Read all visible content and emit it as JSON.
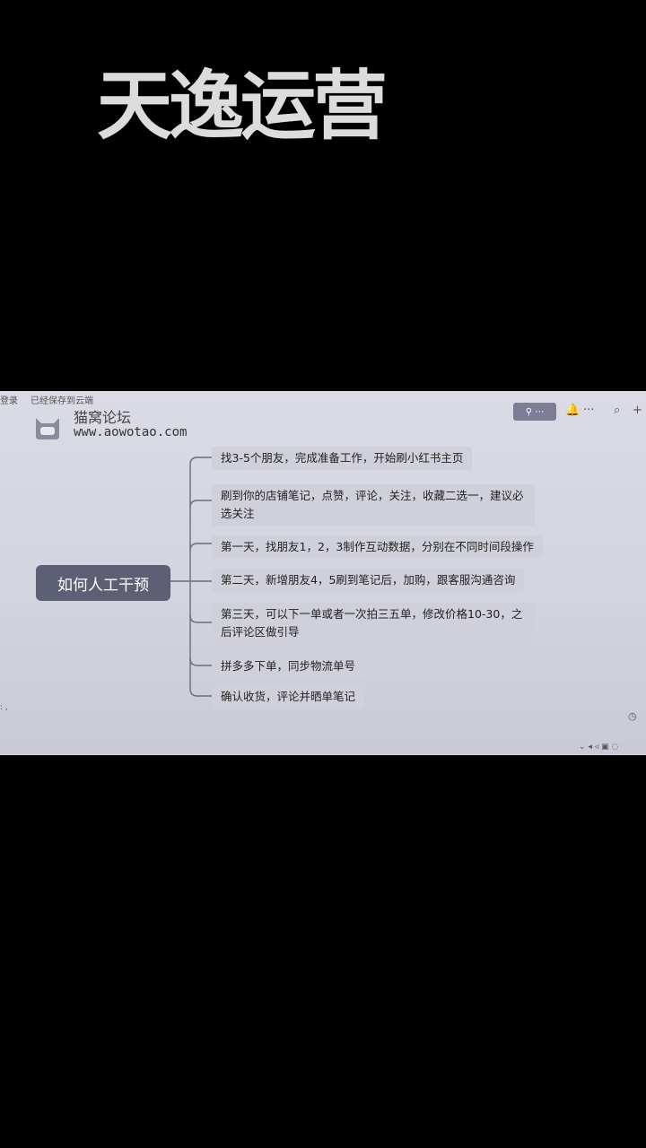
{
  "overlay": {
    "title": "天逸运营"
  },
  "browser": {
    "tab_left": "登录",
    "tab_saved": "已经保存到云端"
  },
  "brand": {
    "name": "猫窝论坛",
    "url": "www.aowotao.com"
  },
  "toolbar": {
    "share_label": "⚲ ⋯",
    "bell": "🔔",
    "more": "···",
    "search": "⌕",
    "add": "+"
  },
  "mindmap": {
    "root": "如何人工干预",
    "branches": [
      "找3-5个朋友，完成准备工作，开始刷小红书主页",
      "刷到你的店铺笔记，点赞，评论，关注，收藏二选一，建议必选关注",
      "第一天，找朋友1，2，3制作互动数据，分别在不同时间段操作",
      "第二天，新增朋友4，5刷到笔记后，加购，跟客服沟通咨询",
      "第三天，可以下一单或者一次拍三五单，修改价格10-30，之后评论区做引导",
      "拼多多下单，同步物流单号",
      "确认收货，评论并晒单笔记"
    ]
  },
  "colors": {
    "screen_bg": "#d6d7e0",
    "root_node": "#5d6075",
    "branch_bg": "#cfd0d9",
    "connector": "#6a6c80"
  }
}
